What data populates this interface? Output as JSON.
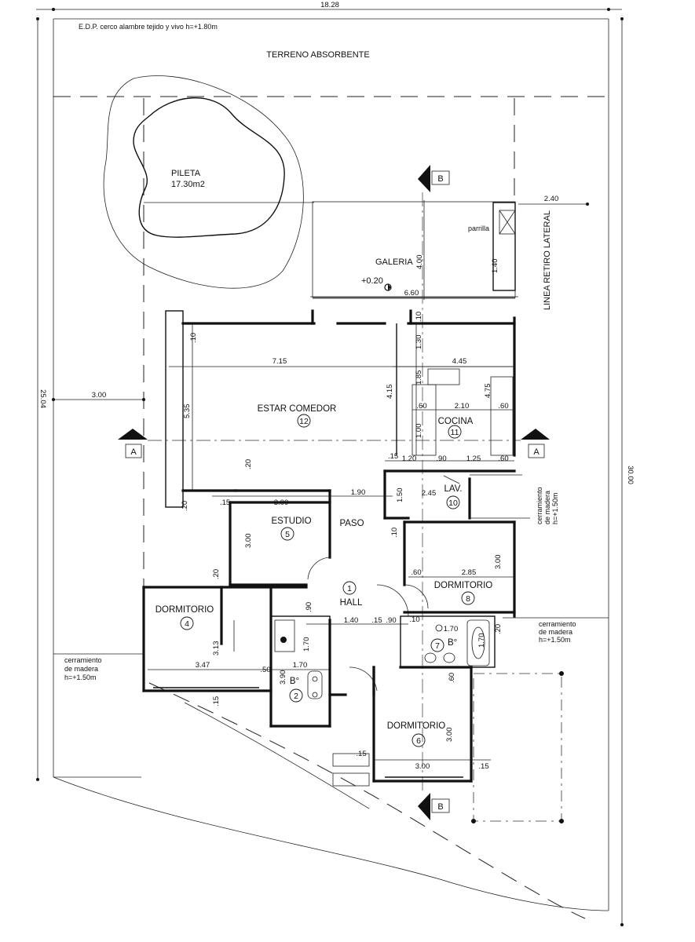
{
  "site": {
    "fence_note": "E.D.P.  cerco alambre tejido y vivo h=+1.80m",
    "terrain": "TERRENO ABSORBENTE",
    "lateral_line": "LINEA RETIRO LATERAL",
    "wood_fence_left": [
      "cerramiento",
      "de madera",
      "h=+1.50m"
    ],
    "wood_fence_right_lower": [
      "cerramiento",
      "de madera",
      "h=+1.50m"
    ],
    "wood_fence_right_upper": [
      "cerramiento",
      "de madera",
      "h=+1.50m"
    ]
  },
  "pool": {
    "name": "PILETA",
    "area": "17.30m2"
  },
  "galeria": {
    "name": "GALERIA",
    "level": "+0.20",
    "grill": "parrilla"
  },
  "rooms": [
    {
      "id": "hall",
      "name": "HALL",
      "num": "1"
    },
    {
      "id": "bano",
      "name": "B°",
      "num": "2"
    },
    {
      "id": "dorm4",
      "name": "DORMITORIO",
      "num": "4"
    },
    {
      "id": "estudio",
      "name": "ESTUDIO",
      "num": "5"
    },
    {
      "id": "dorm6",
      "name": "DORMITORIO",
      "num": "6"
    },
    {
      "id": "bano7",
      "name": "B°",
      "num": "7"
    },
    {
      "id": "dorm8",
      "name": "DORMITORIO",
      "num": "8"
    },
    {
      "id": "lav",
      "name": "LAV.",
      "num": "10"
    },
    {
      "id": "cocina",
      "name": "COCINA",
      "num": "11"
    },
    {
      "id": "estar",
      "name": "ESTAR COMEDOR",
      "num": "12"
    },
    {
      "id": "paso",
      "name": "PASO",
      "num": ""
    }
  ],
  "sections": {
    "a": "A",
    "b": "B"
  },
  "dimensions": {
    "lot_width": "18.28",
    "lot_depth_left": "25.04",
    "lot_depth_right": "30.00",
    "side_setback": "3.00",
    "galeria_width": "6.60",
    "galeria_depth": "4.00",
    "grill_side": "2.40",
    "grill_depth": "1.40",
    "estar_width": "7.15",
    "estar_depth": "5.35",
    "estar_small": ".10",
    "cocina_width": "4.45",
    "cocina_total_depth": "4.15",
    "cocina_depth": "4.75",
    "cocina_upper": "1.30",
    "cocina_mid": "1.85",
    "cocina_low": "1.00",
    "cocina_d1": ".60",
    "cocina_d2": "2.10",
    "cocina_d3": ".60",
    "cocina_e1": "1.20",
    "cocina_e2": ".90",
    "cocina_e3": "1.25",
    "cocina_e4": ".60",
    "cocina_e5": ".15",
    "lav_width": "2.45",
    "lav_depth": "1.50",
    "paso_len": "1.90",
    "estudio_width": "3.00",
    "estudio_depth": "3.00",
    "estudio_wall": ".15",
    "estudio_top": ".20",
    "estar_corner": ".20",
    "hall_wall": ".20",
    "dorm8_width": "2.85",
    "dorm8_depth": "3.00",
    "dorm8_left": ".60",
    "dorm8_top": ".10",
    "dorm4_width": "3.47",
    "dorm4_depth": "3.13",
    "dorm4_wall": ".15",
    "bano_width": "1.70",
    "bano_a": ".50",
    "bano_b": "3.90",
    "bano_c": "1.70",
    "bano_top": ".90",
    "hall_14": "1.40",
    "hall_15": ".15",
    "hall_90": ".90",
    "bano7_w": "1.70",
    "bano7_a": ".10",
    "bano7_h": "1.70",
    "bano7_r": ".20",
    "dorm6_width": "3.00",
    "dorm6_depth": "3.00",
    "dorm6_top": ".60",
    "dorm6_wall": ".15",
    "dorm6_r": ".15"
  }
}
